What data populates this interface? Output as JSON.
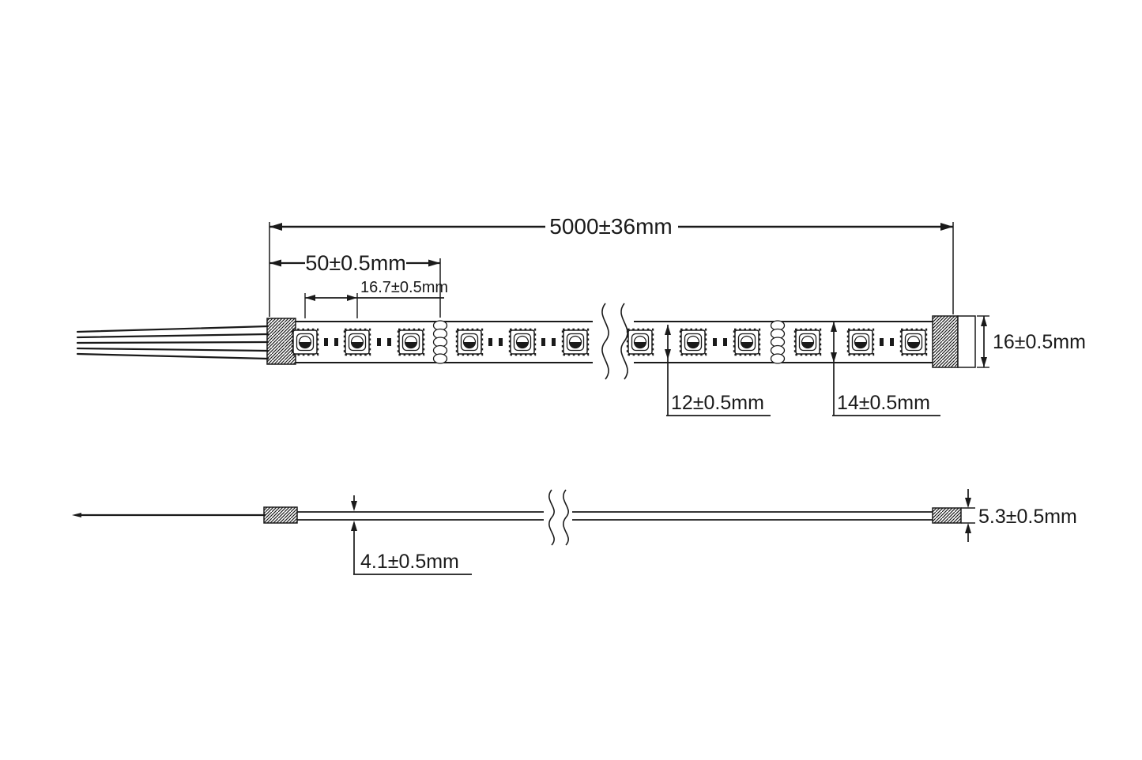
{
  "diagram": {
    "type": "technical-dimension-drawing",
    "subject": "LED strip light, top view and side profile view",
    "line_color": "#1a1a1a",
    "background": "#ffffff",
    "top_view": {
      "overall_length": "5000±36mm",
      "cut_length": "50±0.5mm",
      "led_pitch": "16.7±0.5mm",
      "inner_width": "12±0.5mm",
      "pcb_width": "14±0.5mm",
      "overall_width": "16±0.5mm"
    },
    "side_view": {
      "strip_thickness": "4.1±0.5mm",
      "end_cap_thickness": "5.3±0.5mm"
    }
  }
}
